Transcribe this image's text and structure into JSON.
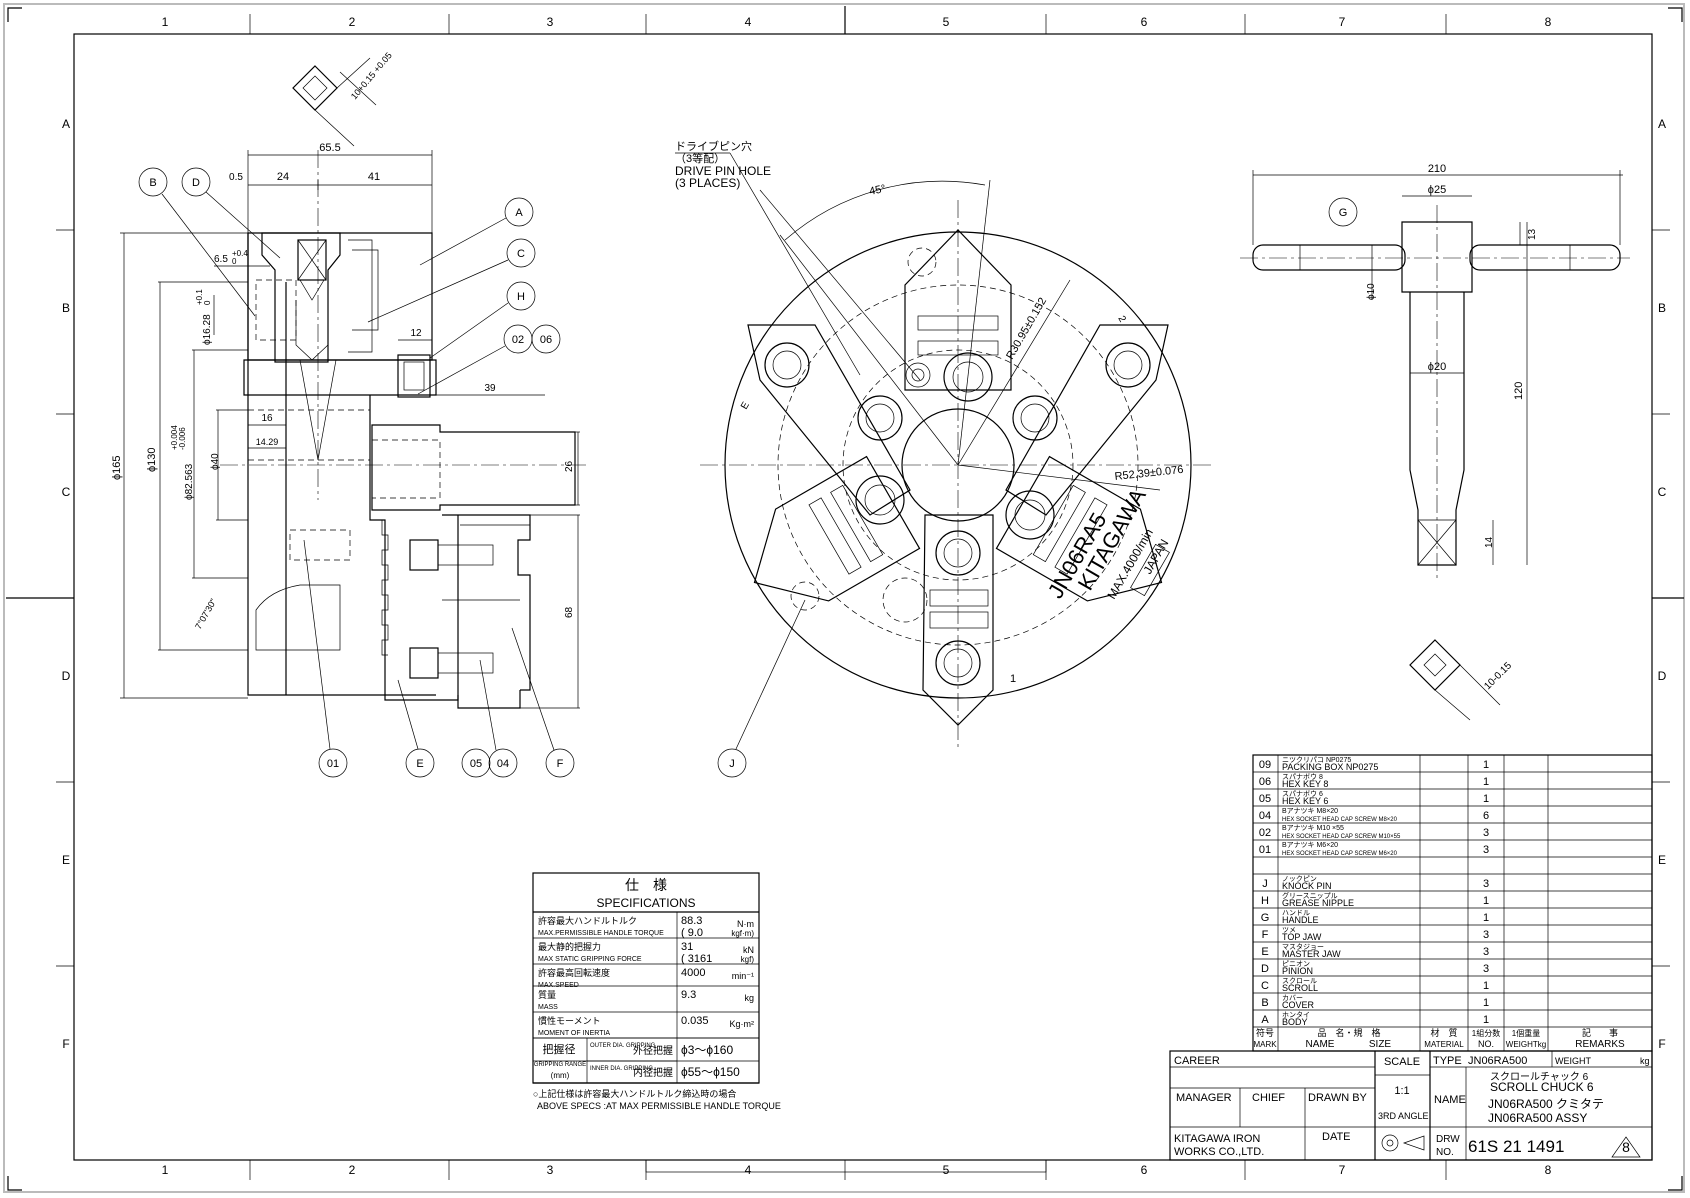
{
  "frame": {
    "col_labels": [
      "1",
      "2",
      "3",
      "4",
      "5",
      "6",
      "7",
      "8"
    ],
    "row_labels": [
      "A",
      "B",
      "C",
      "D",
      "E",
      "F"
    ]
  },
  "side_view": {
    "dims": {
      "w65_5": "65.5",
      "w0_5": "0.5",
      "w24": "24",
      "w41": "41",
      "tol_pm": "+0.4",
      "tol_0": "0",
      "d6_5": "6.5",
      "tol_01a": "+0.1",
      "tol_01b": "0",
      "d16_28": "ϕ16.28",
      "d12": "12",
      "d39": "39",
      "d16": "16",
      "d14_29": "14.29",
      "d165": "ϕ165",
      "d130": "ϕ130",
      "d82_tol_a": "+0.004",
      "d82_tol_b": "-0.006",
      "d82": "ϕ82.563",
      "d40": "ϕ40",
      "d26": "26",
      "d68": "68",
      "angle": "7°07'30\"",
      "diam_tol": "10+0.15 +0.05"
    },
    "balloons": {
      "B": "B",
      "D": "D",
      "A": "A",
      "C": "C",
      "H": "H",
      "b02": "02",
      "b06": "06",
      "b01": "01",
      "E": "E",
      "b05": "05",
      "b04": "04",
      "F": "F"
    }
  },
  "front_view": {
    "note_jp": "ドライブピン穴",
    "note_jp2": "（3等配）",
    "note_en1": "DRIVE PIN HOLE",
    "note_en2": "(3 PLACES)",
    "angle": "45°",
    "r1": "R30.95±0.152",
    "r2": "R52.39±0.076",
    "jaw_mark_e": "E",
    "jaw_mark_2": "2",
    "jaw_mark_1": "1",
    "engrave_model": "JN06RA5",
    "engrave_brand": "KITAGAWA",
    "engrave_speed": "MAX.4000/min",
    "engrave_country": "JAPAN",
    "balloon_j": "J"
  },
  "key_view": {
    "d210": "210",
    "d25": "ϕ25",
    "d13": "13",
    "d10": "ϕ10",
    "d20": "ϕ20",
    "d120": "120",
    "d14": "14",
    "balloon_g": "G",
    "tol": "10-0.15"
  },
  "specs": {
    "title_jp": "仕　様",
    "title_en": "SPECIFICATIONS",
    "rows": [
      {
        "jp": "許容最大ハンドルトルク",
        "en": "MAX.PERMISSIBLE HANDLE TORQUE",
        "val": "88.3",
        "val2": "( 9.0",
        "unit": "N·m",
        "unit2": "kgf·m)"
      },
      {
        "jp": "最大静的把握力",
        "en": "MAX STATIC GRIPPING FORCE",
        "val": "31",
        "val2": "( 3161",
        "unit": "kN",
        "unit2": "kgf)"
      },
      {
        "jp": "許容最高回転速度",
        "en": "MAX.SPEED",
        "val": "4000",
        "val2": "",
        "unit": "min⁻¹",
        "unit2": ""
      },
      {
        "jp": "質量",
        "en": "MASS",
        "val": "9.3",
        "val2": "",
        "unit": "kg",
        "unit2": ""
      },
      {
        "jp": "慣性モーメント",
        "en": "MOMENT OF INERTIA",
        "val": "0.035",
        "val2": "",
        "unit": "Kg·m²",
        "unit2": ""
      }
    ],
    "grip_jp": "把握径",
    "grip_en": "GRIPPING RANGE",
    "grip_unit": "(mm)",
    "outer_en": "OUTER DIA. GRIPPING",
    "outer_jp": "外径把握",
    "outer_val": "ϕ3～ϕ160",
    "inner_en": "INNER DIA. GRIPPING",
    "inner_jp": "内径把握",
    "inner_val": "ϕ55～ϕ150",
    "note_jp": "○上記仕様は許容最大ハンドルトルク締込時の場合",
    "note_en": "ABOVE SPECS :AT MAX PERMISSIBLE HANDLE TORQUE"
  },
  "parts": {
    "rows": [
      {
        "mark": "09",
        "jp": "ニツクリパコ NP0275",
        "en": "PACKING BOX NP0275",
        "no": "1"
      },
      {
        "mark": "06",
        "jp": "スパナボウ 8",
        "en": "HEX KEY 8",
        "no": "1"
      },
      {
        "mark": "05",
        "jp": "スパナボウ 6",
        "en": "HEX KEY 6",
        "no": "1"
      },
      {
        "mark": "04",
        "jp": "Bアナツキ M8×20",
        "en": "HEX SOCKET HEAD CAP SCREW M8×20",
        "no": "6"
      },
      {
        "mark": "02",
        "jp": "Bアナツキ M10 ×55",
        "en": "HEX SOCKET HEAD CAP SCREW M10×55",
        "no": "3"
      },
      {
        "mark": "01",
        "jp": "Bアナツキ M6×20",
        "en": "HEX SOCKET HEAD CAP SCREW M6×20",
        "no": "3"
      },
      {
        "mark": "",
        "jp": "",
        "en": "",
        "no": ""
      },
      {
        "mark": "J",
        "jp": "ノックピン",
        "en": "KNOCK PIN",
        "no": "3"
      },
      {
        "mark": "H",
        "jp": "グリースニップル",
        "en": "GREASE NIPPLE",
        "no": "1"
      },
      {
        "mark": "G",
        "jp": "ハンドル",
        "en": "HANDLE",
        "no": "1"
      },
      {
        "mark": "F",
        "jp": "ツメ",
        "en": "TOP JAW",
        "no": "3"
      },
      {
        "mark": "E",
        "jp": "マスタジョー",
        "en": "MASTER JAW",
        "no": "3"
      },
      {
        "mark": "D",
        "jp": "ピニオン",
        "en": "PINION",
        "no": "3"
      },
      {
        "mark": "C",
        "jp": "スクロール",
        "en": "SCROLL",
        "no": "1"
      },
      {
        "mark": "B",
        "jp": "カバー",
        "en": "COVER",
        "no": "1"
      },
      {
        "mark": "A",
        "jp": "ホンタイ",
        "en": "BODY",
        "no": "1"
      }
    ],
    "head": {
      "mark_jp": "符号",
      "mark_en": "MARK",
      "name_jp": "品　名・規　格",
      "name_en": "NAME",
      "size_en": "SIZE",
      "mat_jp": "材　質",
      "mat_en": "MATERIAL",
      "no_jp": "1組分数",
      "no_en": "NO.",
      "wt_jp": "1個重量",
      "wt_en": "WEIGHTkg",
      "rem_jp": "記　　事",
      "rem_en": "REMARKS"
    }
  },
  "title_block": {
    "career": "CAREER",
    "scale_label": "SCALE",
    "scale_val": "1:1",
    "type_label": "TYPE",
    "type_val": "JN06RA500",
    "weight_label": "WEIGHT",
    "weight_unit": "kg",
    "manager": "MANAGER",
    "chief": "CHIEF",
    "drawn_by": "DRAWN BY",
    "angle": "3RD ANGLE",
    "name_label": "NAME",
    "name_jp": "スクロールチャック 6",
    "name_en": "SCROLL CHUCK 6",
    "name_line2": "JN06RA500 クミタテ",
    "name_line3": "JN06RA500 ASSY",
    "company1": "KITAGAWA IRON",
    "company2": "WORKS CO.,LTD.",
    "date": "DATE",
    "drw_label": "DRW",
    "no_label": "NO.",
    "drw_no": "61S 21 1491",
    "rev": "8"
  }
}
